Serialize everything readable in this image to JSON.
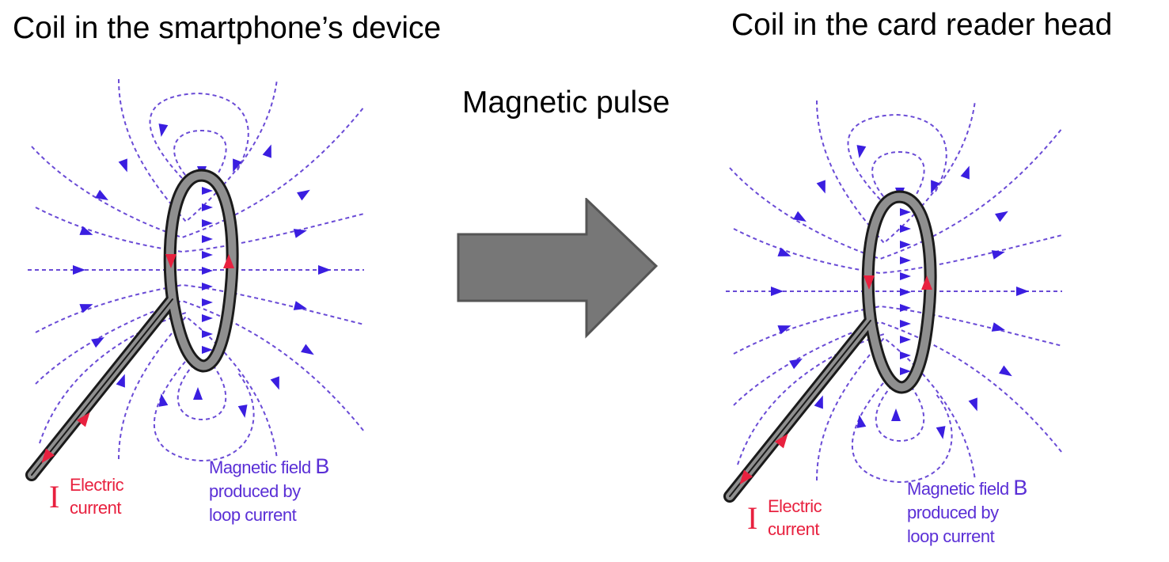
{
  "title_left": "Coil in the smartphone’s device",
  "title_right": "Coil in the card reader head",
  "pulse_label": "Magnetic pulse",
  "panels": [
    {
      "current_symbol": "I",
      "current_line1": "Electric",
      "current_line2": "current",
      "field_line1_prefix": "Magnetic field ",
      "field_symbol": "B",
      "field_line2": "produced by",
      "field_line3": "loop current"
    },
    {
      "current_symbol": "I",
      "current_line1": "Electric",
      "current_line2": "current",
      "field_line1_prefix": "Magnetic field ",
      "field_symbol": "B",
      "field_line2": "produced by",
      "field_line3": "loop current"
    }
  ],
  "colors": {
    "field_lines": "#6a4bd6",
    "field_arrows": "#3a1ee0",
    "current": "#e8213f",
    "wire": "#8f8f8f",
    "wire_outline": "#1a1a1a",
    "big_arrow": "#777777"
  },
  "icons": [
    "right-arrow-icon"
  ]
}
